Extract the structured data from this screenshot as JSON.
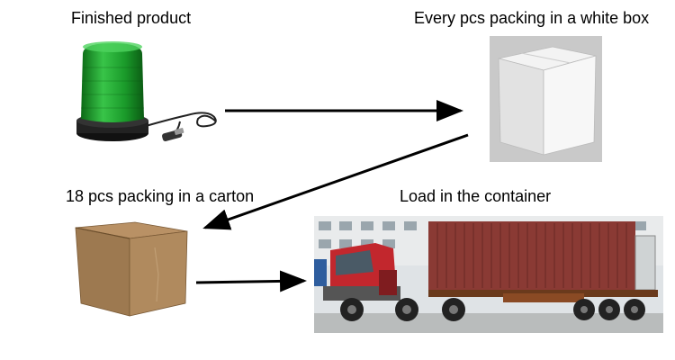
{
  "steps": {
    "finished": {
      "label": "Finished product",
      "icon": "green-beacon-light-icon"
    },
    "white_box": {
      "label": "Every pcs packing in a white box",
      "icon": "white-box-icon"
    },
    "carton": {
      "label": "18 pcs packing in a carton",
      "icon": "carton-box-icon"
    },
    "container": {
      "label": "Load in the container",
      "icon": "container-truck-icon"
    }
  },
  "flow": [
    "finished",
    "white_box",
    "carton",
    "container"
  ],
  "colors": {
    "beacon_green": "#1a9a2a",
    "beacon_base": "#222222",
    "white_box": "#eeeeee",
    "carton": "#a07d52",
    "truck_cab": "#c2272d",
    "container": "#8a3a34",
    "arrow": "#000000"
  }
}
